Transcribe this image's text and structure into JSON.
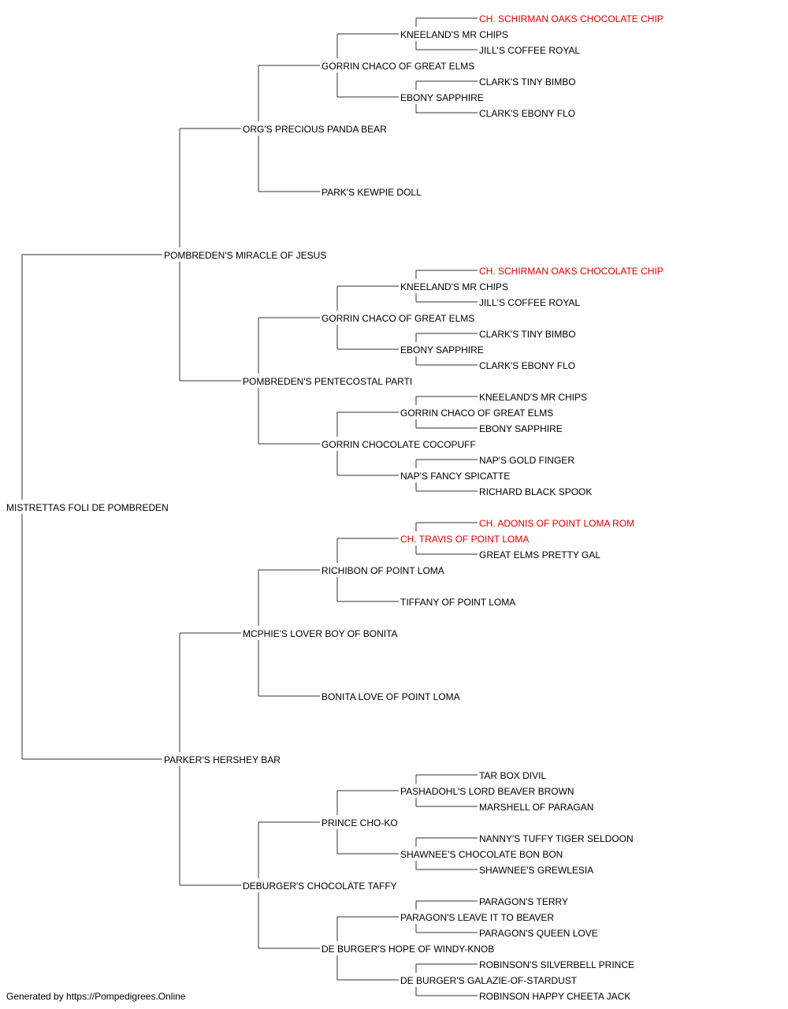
{
  "colors": {
    "default": "#000000",
    "champion": "#dd0000",
    "line": "#333333"
  },
  "pedigree": {
    "name": "MISTRETTAS FOLI DE POMBREDEN",
    "sire": {
      "name": "POMBREDEN'S MIRACLE OF JESUS",
      "sire": {
        "name": "ORG'S PRECIOUS PANDA BEAR",
        "sire": {
          "name": "GORRIN CHACO OF GREAT ELMS",
          "sire": {
            "name": "KNEELAND'S MR CHIPS",
            "sire": {
              "name": "CH. SCHIRMAN OAKS CHOCOLATE CHIP",
              "champion": true
            },
            "dam": {
              "name": "JILL'S COFFEE ROYAL"
            }
          },
          "dam": {
            "name": "EBONY SAPPHIRE",
            "sire": {
              "name": "CLARK'S TINY BIMBO"
            },
            "dam": {
              "name": "CLARK'S EBONY FLO"
            }
          }
        },
        "dam": {
          "name": "PARK'S KEWPIE DOLL"
        }
      },
      "dam": {
        "name": "POMBREDEN'S PENTECOSTAL PARTI",
        "sire": {
          "name": "GORRIN CHACO OF GREAT ELMS",
          "sire": {
            "name": "KNEELAND'S MR CHIPS",
            "sire": {
              "name": "CH. SCHIRMAN OAKS CHOCOLATE CHIP",
              "champion": true
            },
            "dam": {
              "name": "JILL'S COFFEE ROYAL"
            }
          },
          "dam": {
            "name": "EBONY SAPPHIRE",
            "sire": {
              "name": "CLARK'S TINY BIMBO"
            },
            "dam": {
              "name": "CLARK'S EBONY FLO"
            }
          }
        },
        "dam": {
          "name": "GORRIN CHOCOLATE COCOPUFF",
          "sire": {
            "name": "GORRIN CHACO OF GREAT ELMS",
            "sire": {
              "name": "KNEELAND'S MR CHIPS"
            },
            "dam": {
              "name": "EBONY SAPPHIRE"
            }
          },
          "dam": {
            "name": "NAP'S FANCY SPICATTE",
            "sire": {
              "name": "NAP'S GOLD FINGER"
            },
            "dam": {
              "name": "RICHARD BLACK SPOOK"
            }
          }
        }
      }
    },
    "dam": {
      "name": "PARKER'S HERSHEY BAR",
      "sire": {
        "name": "MCPHIE'S LOVER BOY OF BONITA",
        "sire": {
          "name": "RICHIBON OF POINT LOMA",
          "sire": {
            "name": "CH. TRAVIS OF POINT LOMA",
            "champion": true,
            "sire": {
              "name": "CH. ADONIS OF POINT LOMA ROM",
              "champion": true
            },
            "dam": {
              "name": "GREAT ELMS PRETTY GAL"
            }
          },
          "dam": {
            "name": "TIFFANY OF POINT LOMA"
          }
        },
        "dam": {
          "name": "BONITA LOVE OF POINT LOMA"
        }
      },
      "dam": {
        "name": "DEBURGER'S CHOCOLATE TAFFY",
        "sire": {
          "name": "PRINCE CHO-KO",
          "sire": {
            "name": "PASHADOHL'S LORD BEAVER BROWN",
            "sire": {
              "name": "TAR BOX DIVIL"
            },
            "dam": {
              "name": "MARSHELL OF PARAGAN"
            }
          },
          "dam": {
            "name": "SHAWNEE'S CHOCOLATE BON BON",
            "sire": {
              "name": "NANNY'S TUFFY TIGER SELDOON"
            },
            "dam": {
              "name": "SHAWNEE'S GREWLESIA"
            }
          }
        },
        "dam": {
          "name": "DE BURGER'S HOPE OF WINDY-KNOB",
          "sire": {
            "name": "PARAGON'S LEAVE IT TO BEAVER",
            "sire": {
              "name": "PARAGON'S TERRY"
            },
            "dam": {
              "name": "PARAGON'S QUEEN LOVE"
            }
          },
          "dam": {
            "name": "DE BURGER'S GALAZIE-OF-STARDUST",
            "sire": {
              "name": "ROBINSON'S SILVERBELL PRINCE"
            },
            "dam": {
              "name": "ROBINSON HAPPY CHEETA JACK"
            }
          }
        }
      }
    }
  },
  "footer": "Generated by https://Pompedigrees.Online"
}
